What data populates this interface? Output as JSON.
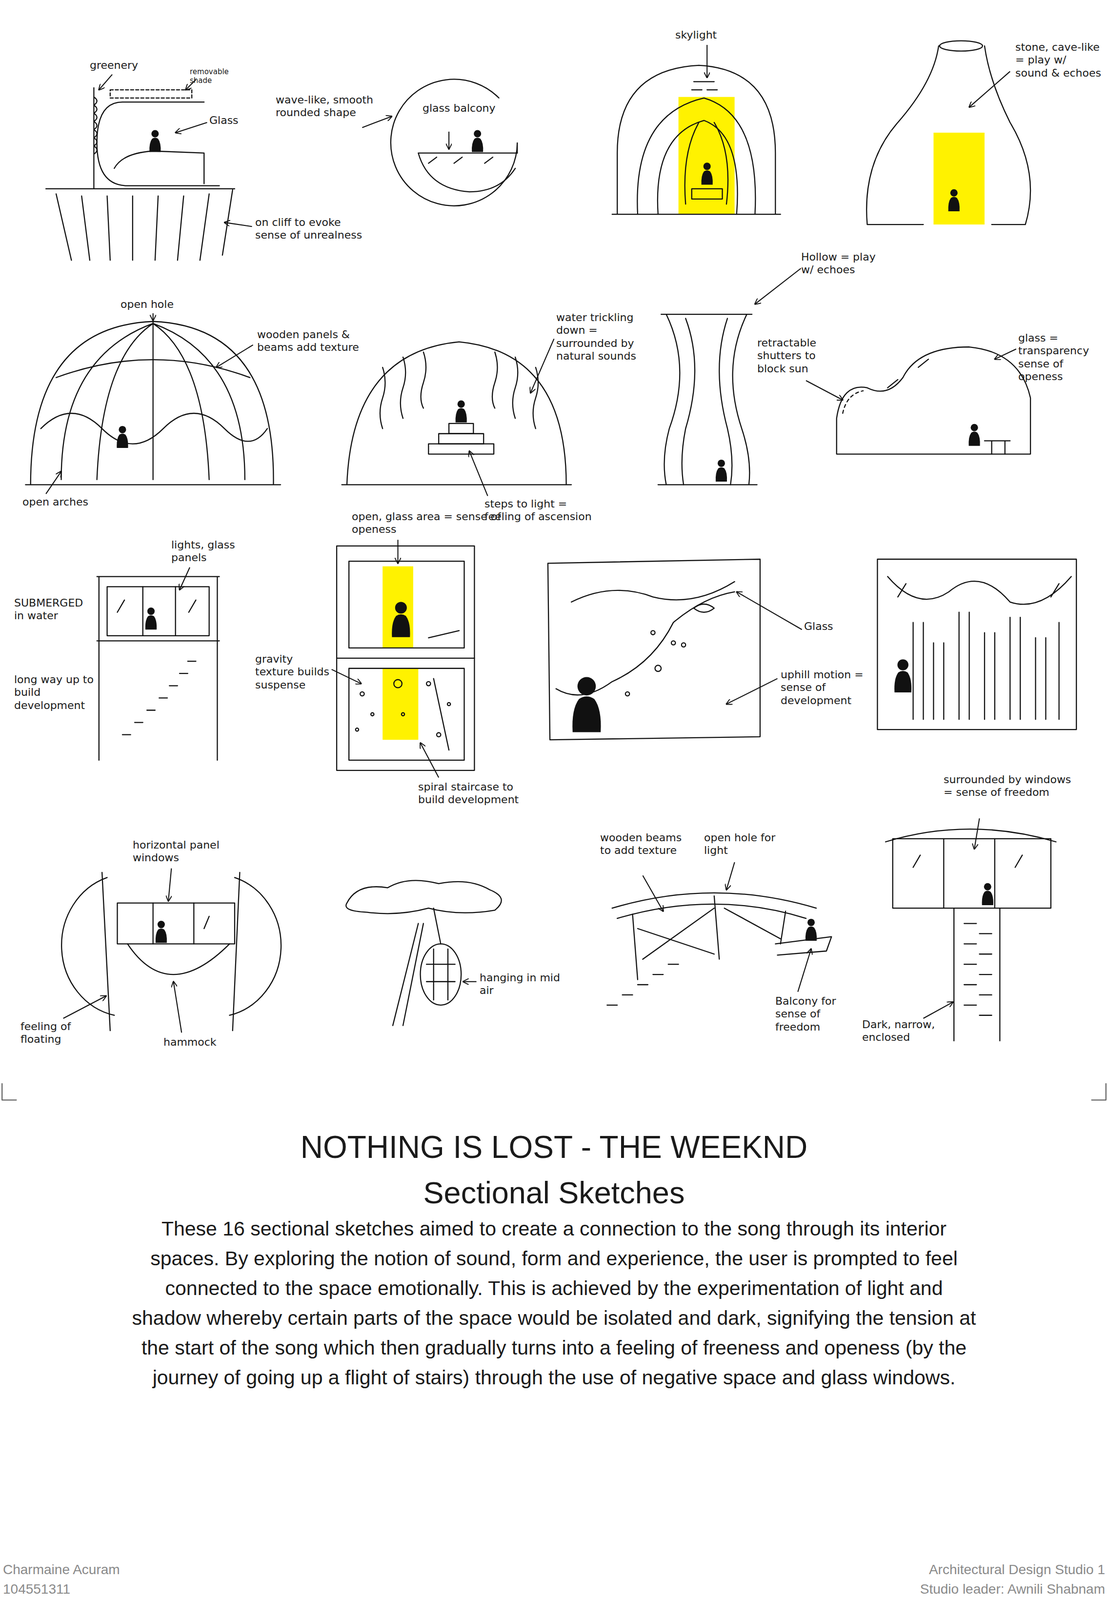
{
  "diagram": {
    "title": "NOTHING IS LOST - THE WEEKND",
    "caption": "These 16 sectional sketches aimed to create a connection to the song through its interior spaces. By exploring the notion of sound, form and experience, the user is prompted to feel connected to the space emotionally. This is achieved by the experimentation of light and shadow whereby certain parts of the space would be isolated and dark, signifying the tension at the start of the song which then gradually turns into a feeling of freeness and openess (by the journey of going up a flight of stairs) through the use of negative space and glass windows.",
    "labels": [
      "Sectional Sketches",
      "Charmaine Acuram",
      "104551311",
      "Architectural Design Studio 1",
      "Studio leader: Awnili Shabnam",
      "greenery",
      "removable shade",
      "Glass",
      "on cliff to evoke sense of unrealness",
      "wave-like, smooth rounded shape",
      "glass balcony",
      "skylight",
      "stone, cave-like = play w/ sound & echoes",
      "open hole",
      "wooden panels & beams add texture",
      "open arches",
      "water trickling down = surrounded by natural sounds",
      "steps to light = feeling of ascension",
      "Hollow = play w/ echoes",
      "retractable shutters to block sun",
      "glass = transparency sense of openess",
      "lights, glass panels",
      "SUBMERGED in water",
      "long way up to build development",
      "open, glass area = sense of openess",
      "gravity texture builds suspense",
      "spiral staircase to build development",
      "Glass",
      "uphill motion = sense of development",
      "horizontal panel windows",
      "feeling of floating",
      "hammock",
      "hanging in mid air",
      "wooden beams to add texture",
      "open hole for light",
      "Balcony for sense of freedom",
      "surrounded by windows = sense of freedom",
      "Dark, narrow, enclosed"
    ]
  }
}
